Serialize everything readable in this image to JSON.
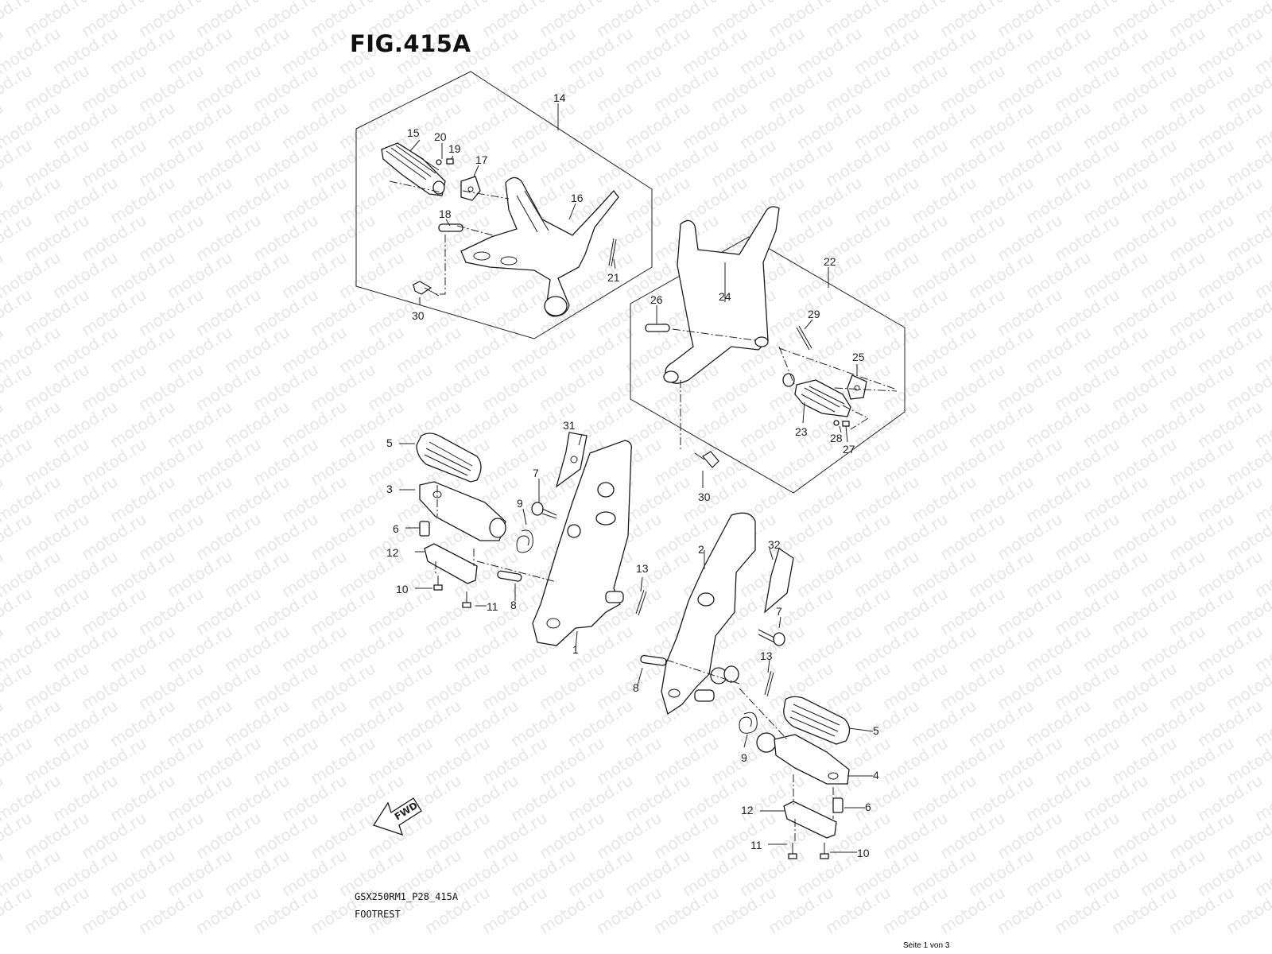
{
  "figure": {
    "title": "FIG.415A",
    "model_code": "GSX250RM1_P28_415A",
    "part_name": "FOOTREST",
    "page_indicator": "Seite 1 von 3",
    "watermark_text": "motod.ru",
    "fwd_arrow": "FWD"
  },
  "callouts": {
    "n1": "1",
    "n2": "2",
    "n3": "3",
    "n4": "4",
    "n5": "5",
    "n5b": "5",
    "n6": "6",
    "n6b": "6",
    "n7": "7",
    "n7b": "7",
    "n8": "8",
    "n8b": "8",
    "n9": "9",
    "n9b": "9",
    "n10": "10",
    "n10b": "10",
    "n11": "11",
    "n11b": "11",
    "n12": "12",
    "n12b": "12",
    "n13": "13",
    "n13b": "13",
    "n14": "14",
    "n15": "15",
    "n16": "16",
    "n17": "17",
    "n18": "18",
    "n19": "19",
    "n20": "20",
    "n21": "21",
    "n22": "22",
    "n23": "23",
    "n24": "24",
    "n25": "25",
    "n26": "26",
    "n27": "27",
    "n28": "28",
    "n29": "29",
    "n30": "30",
    "n30b": "30",
    "n31": "31",
    "n32": "32"
  },
  "colors": {
    "line": "#222222",
    "watermark": "#e6e6e6",
    "background": "#ffffff"
  }
}
